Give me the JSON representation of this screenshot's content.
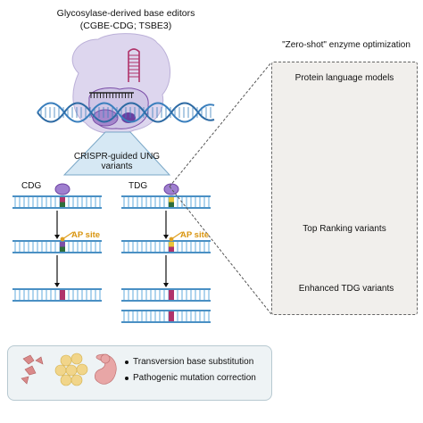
{
  "header": {
    "title_line1": "Glycosylase-derived base editors",
    "title_line2": "(CGBE-CDG; TSBE3)"
  },
  "crispr": {
    "line1": "CRISPR-guided UNG",
    "line2": "variants"
  },
  "columns": {
    "left": "CDG",
    "right": "TDG"
  },
  "ap_label": "AP site",
  "zero_shot": {
    "title": "\"Zero-shot\" enzyme optimization",
    "model": "Protein language models",
    "ranking": "Top Ranking variants",
    "enhanced": "Enhanced TDG variants"
  },
  "outcomes": [
    "Transversion base substitution",
    "Pathogenic mutation correction"
  ],
  "colors": {
    "dna_blue": "#4a90c4",
    "rung": "#8ec3e6",
    "magenta": "#b0336a",
    "yellow": "#e8c53a",
    "orange_ap": "#e0a020",
    "purple": "#7c4fa8",
    "green_dark": "#2e6e3a",
    "net_pink": "#d84a7a",
    "net_teal": "#2a8ea8",
    "net_gray": "#6a6a6a"
  }
}
